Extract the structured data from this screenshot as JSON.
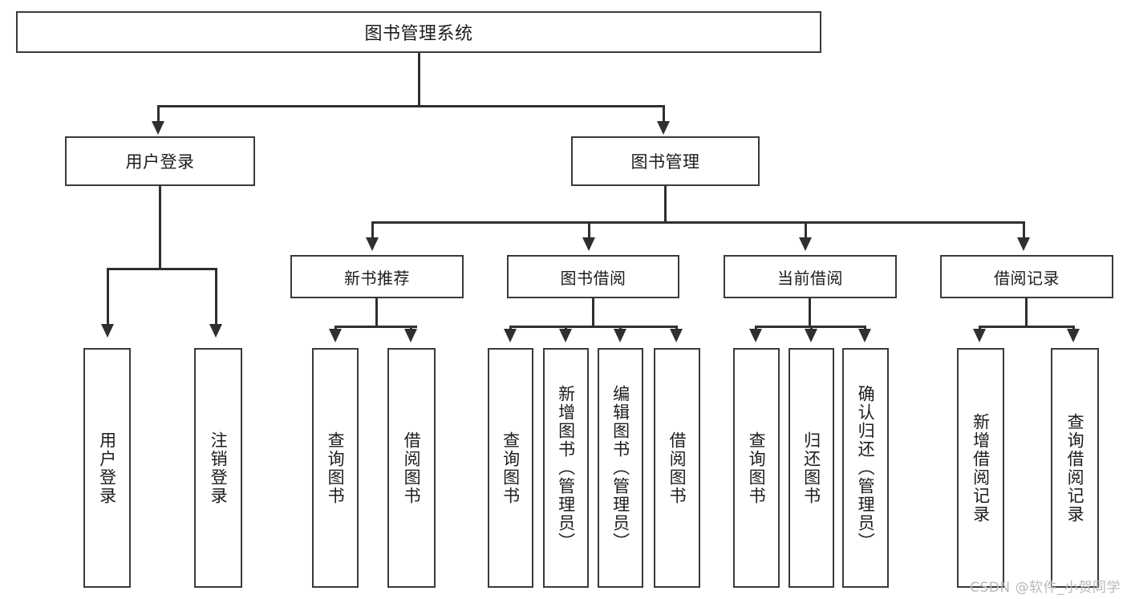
{
  "diagram": {
    "type": "tree",
    "title": "图书管理系统",
    "watermark": "CSDN @软件_小贺同学",
    "root": {
      "label": "图书管理系统"
    },
    "level2": [
      {
        "label": "用户登录"
      },
      {
        "label": "图书管理"
      }
    ],
    "level3": [
      {
        "label": "新书推荐"
      },
      {
        "label": "图书借阅"
      },
      {
        "label": "当前借阅"
      },
      {
        "label": "借阅记录"
      }
    ],
    "leaves": [
      {
        "label": "用户登录"
      },
      {
        "label": "注销登录"
      },
      {
        "label": "查询图书"
      },
      {
        "label": "借阅图书"
      },
      {
        "label": "查询图书"
      },
      {
        "label": "新增图书（管理员）"
      },
      {
        "label": "编辑图书（管理员）"
      },
      {
        "label": "借阅图书"
      },
      {
        "label": "查询图书"
      },
      {
        "label": "归还图书"
      },
      {
        "label": "确认归还（管理员）"
      },
      {
        "label": "新增借阅记录"
      },
      {
        "label": "查询借阅记录"
      }
    ],
    "colors": {
      "stroke": "#2f2f2f",
      "box_border": "#3a3a3a",
      "box_fill": "#ffffff",
      "text": "#1c1c1c",
      "watermark": "#b9b9b9",
      "background": "#ffffff"
    }
  }
}
